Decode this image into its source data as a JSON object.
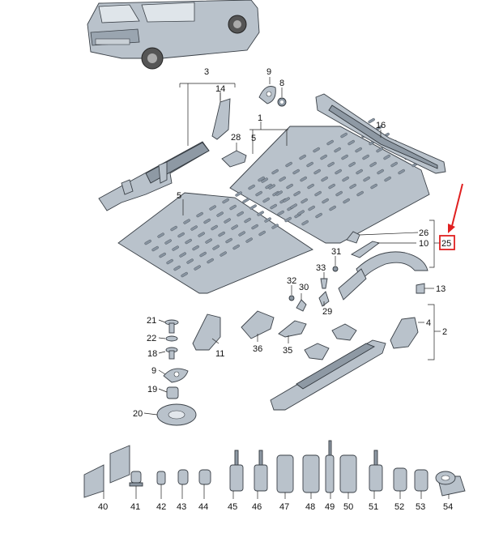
{
  "callouts": [
    {
      "id": "c1",
      "text": "1"
    },
    {
      "id": "c2",
      "text": "2"
    },
    {
      "id": "c3",
      "text": "3"
    },
    {
      "id": "c4",
      "text": "4"
    },
    {
      "id": "c5a",
      "text": "5"
    },
    {
      "id": "c5b",
      "text": "5"
    },
    {
      "id": "c8",
      "text": "8"
    },
    {
      "id": "c9a",
      "text": "9"
    },
    {
      "id": "c9b",
      "text": "9"
    },
    {
      "id": "c10",
      "text": "10"
    },
    {
      "id": "c11",
      "text": "11"
    },
    {
      "id": "c13",
      "text": "13"
    },
    {
      "id": "c14",
      "text": "14"
    },
    {
      "id": "c16",
      "text": "16"
    },
    {
      "id": "c18",
      "text": "18"
    },
    {
      "id": "c19",
      "text": "19"
    },
    {
      "id": "c20",
      "text": "20"
    },
    {
      "id": "c21",
      "text": "21"
    },
    {
      "id": "c22",
      "text": "22"
    },
    {
      "id": "c25",
      "text": "25"
    },
    {
      "id": "c26",
      "text": "26"
    },
    {
      "id": "c28",
      "text": "28"
    },
    {
      "id": "c29",
      "text": "29"
    },
    {
      "id": "c30",
      "text": "30"
    },
    {
      "id": "c31",
      "text": "31"
    },
    {
      "id": "c32",
      "text": "32"
    },
    {
      "id": "c33",
      "text": "33"
    },
    {
      "id": "c35",
      "text": "35"
    },
    {
      "id": "c36",
      "text": "36"
    },
    {
      "id": "c40",
      "text": "40"
    },
    {
      "id": "c41",
      "text": "41"
    },
    {
      "id": "c42",
      "text": "42"
    },
    {
      "id": "c43",
      "text": "43"
    },
    {
      "id": "c44",
      "text": "44"
    },
    {
      "id": "c45",
      "text": "45"
    },
    {
      "id": "c46",
      "text": "46"
    },
    {
      "id": "c47",
      "text": "47"
    },
    {
      "id": "c48",
      "text": "48"
    },
    {
      "id": "c49",
      "text": "49"
    },
    {
      "id": "c50",
      "text": "50"
    },
    {
      "id": "c51",
      "text": "51"
    },
    {
      "id": "c52",
      "text": "52"
    },
    {
      "id": "c53",
      "text": "53"
    },
    {
      "id": "c54",
      "text": "54"
    }
  ],
  "colors": {
    "part_fill": "#b9c2cb",
    "part_stroke": "#3a4047",
    "highlight": "#e02020",
    "arrow": "#e02020"
  },
  "highlighted_callout": "25"
}
